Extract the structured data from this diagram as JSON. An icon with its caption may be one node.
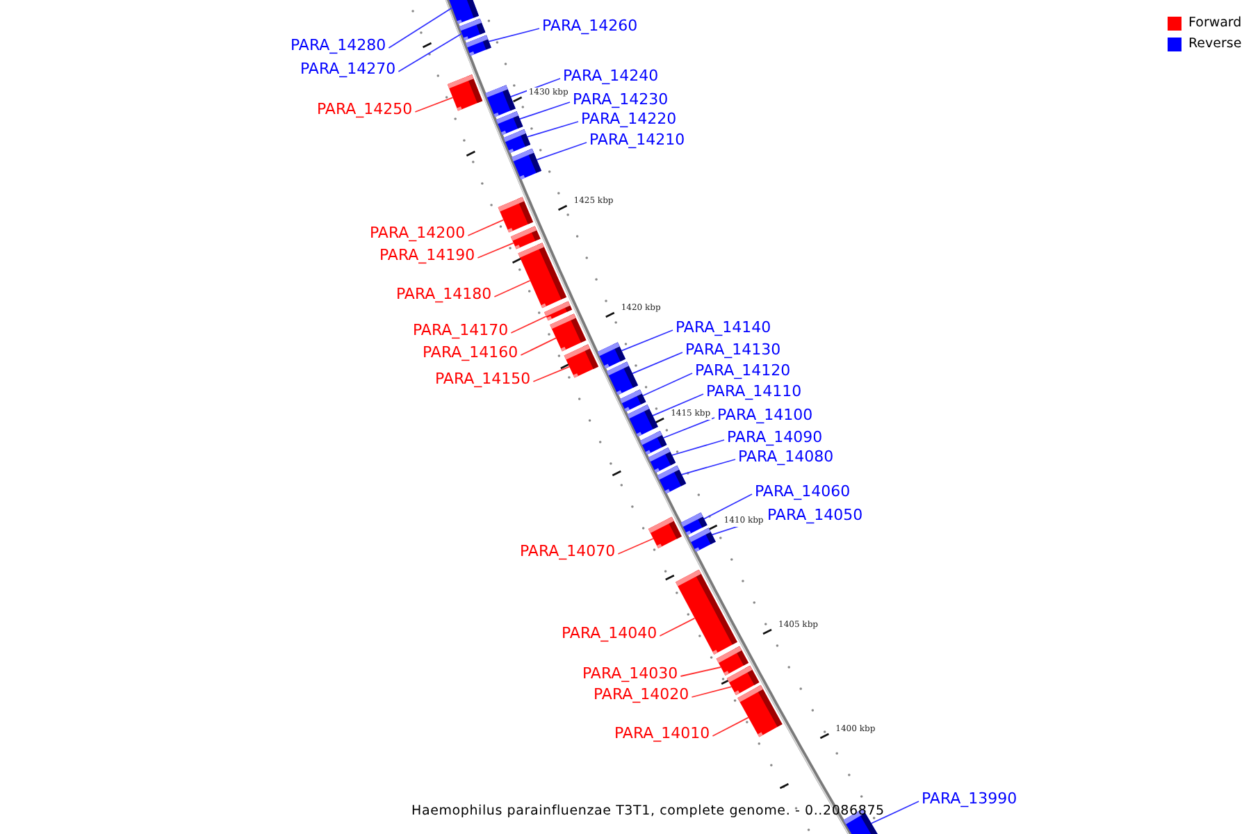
{
  "diagram": {
    "caption": "Haemophilus parainfluenzae T3T1, complete genome. - 0..2086875",
    "nodes": [
      {
        "text": [
          "PARA_14280"
        ]
      },
      {
        "text": [],
        "shape": "bar"
      },
      {
        "text": [
          "PARA_14270"
        ]
      },
      {
        "text": [],
        "shape": "bar"
      },
      {
        "text": [
          "PARA_14260"
        ]
      },
      {
        "text": [],
        "shape": "bar"
      },
      {
        "text": [
          "PARA_14250"
        ]
      },
      {
        "text": [],
        "shape": "bar"
      },
      {
        "text": [
          "PARA_14240"
        ]
      },
      {
        "text": [],
        "shape": "bar"
      },
      {
        "text": [
          "PARA_14230"
        ]
      },
      {
        "text": [],
        "shape": "bar"
      },
      {
        "text": [
          "PARA_14220"
        ]
      },
      {
        "text": [],
        "shape": "bar"
      },
      {
        "text": [
          "PARA_14210"
        ]
      },
      {
        "text": [],
        "shape": "bar"
      },
      {
        "text": [
          "PARA_14200"
        ]
      },
      {
        "text": [],
        "shape": "bar"
      },
      {
        "text": [
          "PARA_14190"
        ]
      },
      {
        "text": [],
        "shape": "bar"
      },
      {
        "text": [
          "PARA_14180"
        ]
      },
      {
        "text": [],
        "shape": "bar"
      },
      {
        "text": [
          "PARA_14170"
        ]
      },
      {
        "text": [],
        "shape": "bar"
      },
      {
        "text": [
          "PARA_14160"
        ]
      },
      {
        "text": [],
        "shape": "bar"
      },
      {
        "text": [
          "PARA_14150"
        ]
      },
      {
        "text": [],
        "shape": "bar"
      },
      {
        "text": [
          "PARA_14140"
        ]
      },
      {
        "text": [],
        "shape": "bar"
      },
      {
        "text": [
          "PARA_14130"
        ]
      },
      {
        "text": [],
        "shape": "bar"
      },
      {
        "text": [
          "PARA_14120"
        ]
      },
      {
        "text": [],
        "shape": "bar"
      },
      {
        "text": [
          "PARA_14110"
        ]
      },
      {
        "text": [],
        "shape": "bar"
      },
      {
        "text": [
          "PARA_14100"
        ]
      },
      {
        "text": [],
        "shape": "bar"
      },
      {
        "text": [
          "PARA_14090"
        ]
      },
      {
        "text": [],
        "shape": "bar"
      },
      {
        "text": [
          "PARA_14080"
        ]
      },
      {
        "text": [],
        "shape": "bar"
      },
      {
        "text": [
          "PARA_14070"
        ]
      },
      {
        "text": [],
        "shape": "bar"
      },
      {
        "text": [
          "PARA_14060"
        ]
      },
      {
        "text": [],
        "shape": "bar"
      },
      {
        "text": [
          "PARA_14050"
        ]
      },
      {
        "text": [],
        "shape": "bar"
      },
      {
        "text": [
          "PARA_14040"
        ]
      },
      {
        "text": [],
        "shape": "bar"
      },
      {
        "text": [
          "PARA_14030"
        ]
      },
      {
        "text": [],
        "shape": "bar"
      },
      {
        "text": [
          "PARA_14020"
        ]
      },
      {
        "text": [],
        "shape": "bar"
      },
      {
        "text": [
          "PARA_14010"
        ]
      },
      {
        "text": [],
        "shape": "bar"
      },
      {
        "text": [
          "PARA_13990"
        ]
      },
      {
        "text": [],
        "shape": "bar"
      }
    ],
    "edges": [
      {
        "from": 0,
        "to": 1,
        "arrow": "none"
      },
      {
        "from": 2,
        "to": 3,
        "arrow": "none"
      },
      {
        "from": 4,
        "to": 5,
        "arrow": "none"
      },
      {
        "from": 6,
        "to": 7,
        "arrow": "none",
        "color": "#ff3333"
      },
      {
        "from": 8,
        "to": 9,
        "arrow": "none"
      },
      {
        "from": 10,
        "to": 11,
        "arrow": "none"
      },
      {
        "from": 12,
        "to": 13,
        "arrow": "none"
      },
      {
        "from": 14,
        "to": 15,
        "arrow": "none"
      },
      {
        "from": 16,
        "to": 17,
        "arrow": "none",
        "color": "#ff3333"
      },
      {
        "from": 18,
        "to": 19,
        "arrow": "none",
        "color": "#ff3333"
      },
      {
        "from": 20,
        "to": 21,
        "arrow": "none",
        "color": "#ff3333"
      },
      {
        "from": 22,
        "to": 23,
        "arrow": "none",
        "color": "#ff3333"
      },
      {
        "from": 24,
        "to": 25,
        "arrow": "none",
        "color": "#ff3333"
      },
      {
        "from": 26,
        "to": 27,
        "arrow": "none",
        "color": "#ff3333"
      },
      {
        "from": 28,
        "to": 29,
        "arrow": "none"
      },
      {
        "from": 30,
        "to": 31,
        "arrow": "none"
      },
      {
        "from": 32,
        "to": 33,
        "arrow": "none"
      },
      {
        "from": 34,
        "to": 35,
        "arrow": "none"
      },
      {
        "from": 36,
        "to": 37,
        "arrow": "none"
      },
      {
        "from": 38,
        "to": 39,
        "arrow": "none"
      },
      {
        "from": 40,
        "to": 41,
        "arrow": "none"
      },
      {
        "from": 42,
        "to": 43,
        "arrow": "none",
        "color": "#ff3333"
      },
      {
        "from": 44,
        "to": 45,
        "arrow": "none"
      },
      {
        "from": 46,
        "to": 47,
        "arrow": "none"
      },
      {
        "from": 48,
        "to": 49,
        "arrow": "none",
        "color": "#ff3333"
      },
      {
        "from": 50,
        "to": 51,
        "arrow": "none",
        "color": "#ff3333"
      },
      {
        "from": 52,
        "to": 53,
        "arrow": "none",
        "color": "#ff3333"
      },
      {
        "from": 54,
        "to": 55,
        "arrow": "none",
        "color": "#ff3333"
      },
      {
        "from": 56,
        "to": 57,
        "arrow": "none"
      }
    ],
    "labels": [
      "1430 kbp",
      "1425 kbp",
      "1420 kbp",
      "1415 kbp",
      "1410 kbp",
      "1405 kbp",
      "1400 kbp"
    ],
    "legend": [
      {
        "text": "Forward",
        "color": "#ff0000"
      },
      {
        "text": "Reverse",
        "color": "#0000ff"
      }
    ]
  }
}
